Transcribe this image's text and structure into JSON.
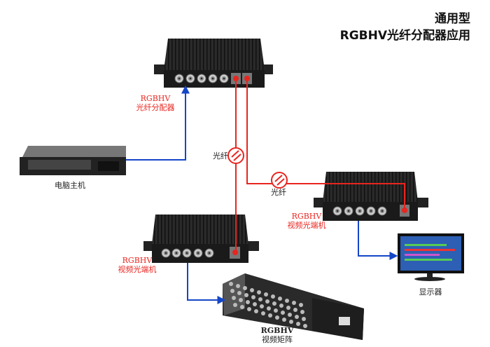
{
  "title": {
    "line1": "通用型",
    "line2": "RGBHV光纤分配器应用"
  },
  "devices": {
    "splitter": {
      "line1": "RGBHV",
      "line2": "光纤分配器"
    },
    "server": {
      "label": "电脑主机"
    },
    "receiver_right": {
      "line1": "RGBHV",
      "line2": "视频光端机"
    },
    "receiver_left": {
      "line1": "RGBHV",
      "line2": "视频光端机"
    },
    "monitor": {
      "label": "显示器"
    },
    "matrix": {
      "line1": "RGBHV",
      "line2": "视频矩阵"
    }
  },
  "links": {
    "fiber1": "光纤",
    "fiber2": "光纤"
  },
  "colors": {
    "fiber": "#e8251f",
    "video": "#1446c8",
    "device": "#1c1c1c"
  }
}
